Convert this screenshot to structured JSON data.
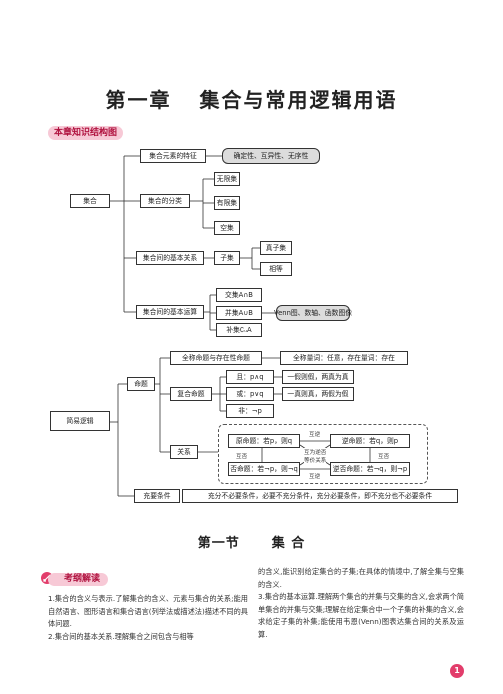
{
  "chapter": {
    "prefix": "第一章",
    "title": "集合与常用逻辑用语"
  },
  "section_badge": "本章知识结构图",
  "diagram": {
    "root_set": "集合",
    "set_branches": {
      "features": "集合元素的特征",
      "features_detail": "确定性、互异性、无序性",
      "classify": "集合的分类",
      "classify_items": [
        "无限集",
        "有限集",
        "空集"
      ],
      "relations": "集合间的基本关系",
      "subset": "子集",
      "subset_items": [
        "真子集",
        "相等"
      ],
      "ops": "集合间的基本运算",
      "ops_items": [
        "交集A∩B",
        "并集A∪B",
        "补集∁ᵤA"
      ],
      "ops_detail": "Venn图、数轴、函数图像"
    },
    "root_logic": "简易逻辑",
    "logic_branches": {
      "proposition": "命题",
      "quantifier": "全称命题与存在性命题",
      "quantifier_detail": "全称量词：任意，存在量词：存在",
      "compound": "复合命题",
      "and": "且：p∧q",
      "and_detail": "一假则假，两真为真",
      "or": "或：p∨q",
      "or_detail": "一真则真，两假为假",
      "not": "非：¬p",
      "relation": "关系",
      "original": "原命题：若p，则q",
      "converse": "逆命题：若q，则p",
      "inverse": "否命题：若¬p，则¬q",
      "contrapositive": "逆否命题：若¬q，则¬p",
      "label_inv_top": "互逆",
      "label_inv_bottom": "互逆",
      "label_neg_left": "互否",
      "label_neg_right": "互否",
      "label_contra": "互为逆否",
      "label_equiv": "等价关系",
      "conditions": "充要条件",
      "conditions_detail": "充分不必要条件，必要不充分条件，充分必要条件，即不充分也不必要条件"
    }
  },
  "section": {
    "prefix": "第一节",
    "title": "集 合"
  },
  "kaogang_badge": "考纲解读",
  "paragraphs": {
    "left": "1.集合的含义与表示.了解集合的含义、元素与集合的关系;能用自然语言、图形语言和集合语言(列举法或描述法)描述不同的具体问题.\n2.集合间的基本关系.理解集合之间包含与相等",
    "right": "的含义,能识别给定集合的子集;在具体的情境中,了解全集与空集的含义.\n3.集合的基本运算.理解两个集合的并集与交集的含义,会求两个简单集合的并集与交集;理解在给定集合中一个子集的补集的含义,会求给定子集的补集;能使用韦恩(Venn)图表达集合间的关系及运算."
  },
  "page_number": "1"
}
